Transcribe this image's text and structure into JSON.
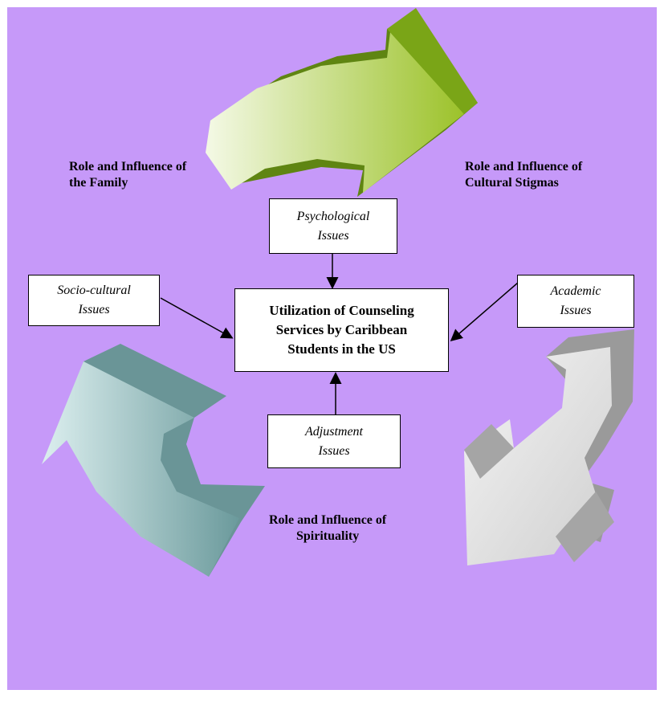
{
  "center": {
    "text": "Utilization of Counseling\nServices by Caribbean\nStudents in the US"
  },
  "issues": {
    "psychological": "Psychological\nIssues",
    "sociocultural": "Socio-cultural\nIssues",
    "academic": "Academic\nIssues",
    "adjustment": "Adjustment\nIssues"
  },
  "influences": {
    "family": "Role and Influence of\nthe Family",
    "cultural": "Role and Influence of\nCultural Stigmas",
    "spirituality": "Role and Influence of\nSpirituality"
  },
  "colors": {
    "background": "#c699f9",
    "green_arrow": "#8db51c",
    "teal_arrow": "#6f9ea0",
    "grey_arrow": "#a7a7a7"
  }
}
